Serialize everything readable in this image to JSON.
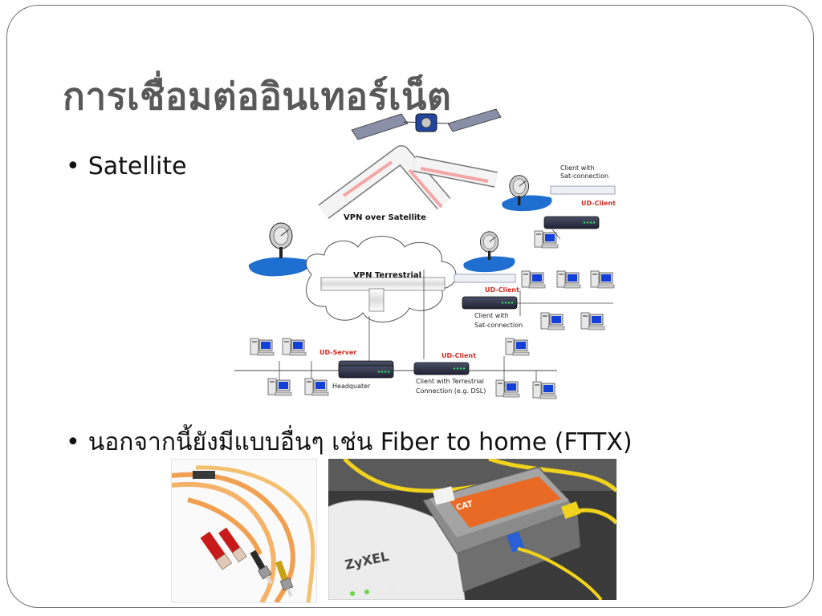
{
  "slide": {
    "title": "การเชื่อมต่ออินเทอร์เน็ต",
    "bullets": [
      {
        "symbol": "•",
        "text": "Satellite"
      },
      {
        "symbol": "•",
        "text": "นอกจากนี้ยังมีแบบอื่นๆ เช่น Fiber to home (FTTX)"
      }
    ]
  },
  "diagram": {
    "vpn_satellite": "VPN over Satellite",
    "vpn_terrestrial": "VPN Terrestrial",
    "client_sat_1_line1": "Client with",
    "client_sat_1_line2": "Sat-connection",
    "ud_client_1": "UD-Client",
    "ud_client_2": "UD-Client",
    "client_sat_2_line1": "Client with",
    "client_sat_2_line2": "Sat-connection",
    "ud_server": "UD-Server",
    "ud_client_3": "UD-Client",
    "headquarter": "Headquater",
    "client_terr_line1": "Client with Terrestrial",
    "client_terr_line2": "Connection (e.g. DSL)"
  },
  "photos": {
    "router_brand": "ZyXEL",
    "converter_brand": "CAT"
  },
  "colors": {
    "title": "#595959",
    "frame": "#6b6b6b",
    "ud_label": "#d22b1f",
    "water": "#1f6fd1"
  }
}
